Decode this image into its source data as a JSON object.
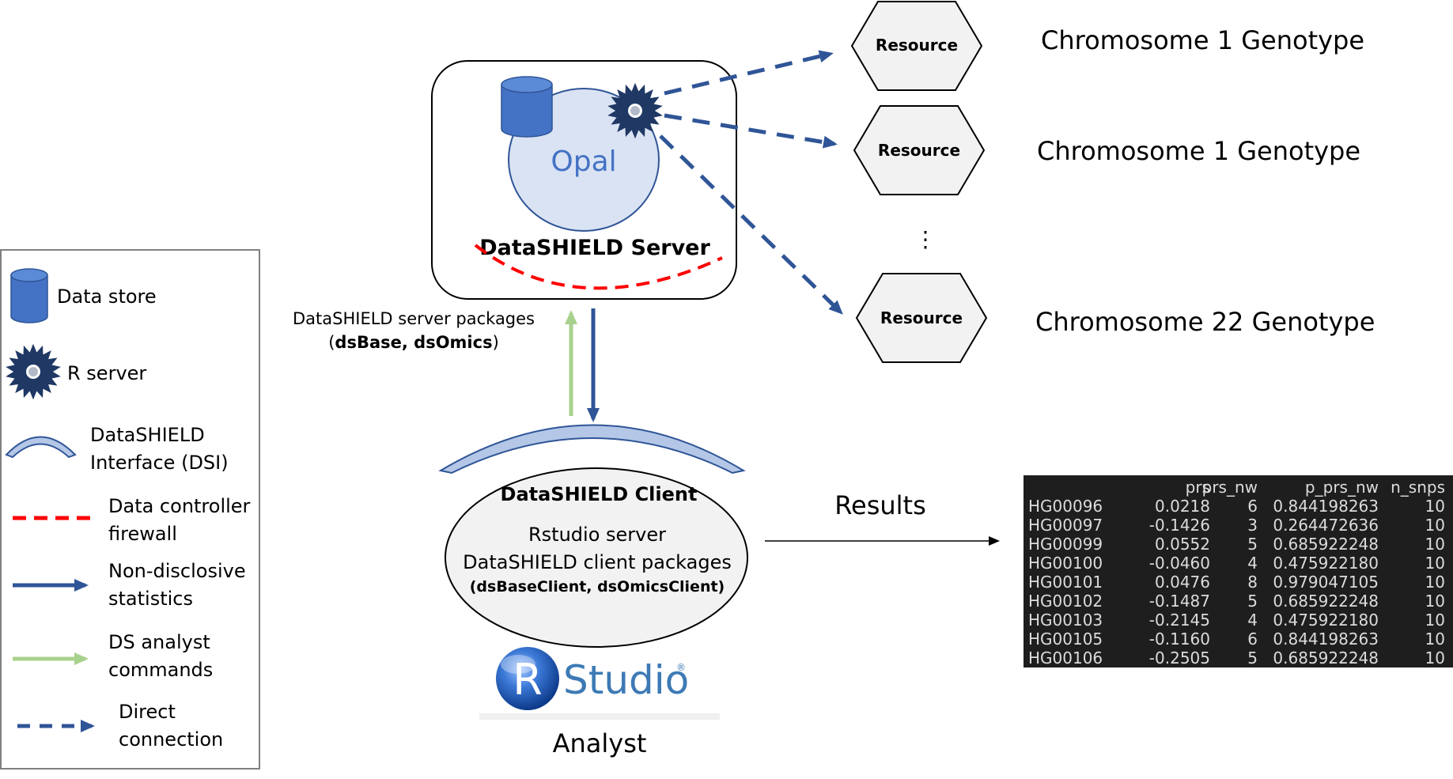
{
  "legend": {
    "data_store": "Data store",
    "r_server": "R server",
    "dsi_line1": "DataSHIELD",
    "dsi_line2": "Interface (DSI)",
    "firewall_line1": "Data controller",
    "firewall_line2": "firewall",
    "nondisclosive_line1": "Non-disclosive",
    "nondisclosive_line2": "statistics",
    "commands_line1": "DS analyst",
    "commands_line2": "commands",
    "direct_line1": "Direct",
    "direct_line2": "connection"
  },
  "server": {
    "opal_label": "Opal",
    "title": "DataSHIELD Server",
    "packages_line1": "DataSHIELD server packages",
    "packages_open": "(",
    "packages_bold": "dsBase, dsOmics",
    "packages_close": ")"
  },
  "resources": [
    {
      "label": "Resource",
      "caption": "Chromosome 1 Genotype"
    },
    {
      "label": "Resource",
      "caption": "Chromosome 1 Genotype"
    },
    {
      "label": "Resource",
      "caption": "Chromosome 22 Genotype"
    }
  ],
  "ellipsis": "⋮",
  "client": {
    "title": "DataSHIELD Client",
    "line1": "Rstudio server",
    "line2": "DataSHIELD client packages",
    "line3": "(dsBaseClient, dsOmicsClient)"
  },
  "rstudio": {
    "r_letter": "R",
    "brand": "Studio",
    "reg": "®"
  },
  "analyst": "Analyst",
  "results_label": "Results",
  "colors": {
    "blue": "#2f5597",
    "green": "#a9d18e",
    "red": "#ff0000",
    "dsi_fill": "#b4c7e7",
    "opal_fill": "#dae3f3",
    "hex_fill": "#f2f2f2",
    "console_bg": "#1e1e1e"
  },
  "results_table": {
    "headers": [
      "",
      "prs",
      "prs_nw",
      "p_prs_nw",
      "n_snps"
    ],
    "rows": [
      [
        "HG00096",
        "0.0218",
        "6",
        "0.844198263",
        "10"
      ],
      [
        "HG00097",
        "-0.1426",
        "3",
        "0.264472636",
        "10"
      ],
      [
        "HG00099",
        "0.0552",
        "5",
        "0.685922248",
        "10"
      ],
      [
        "HG00100",
        "-0.0460",
        "4",
        "0.475922180",
        "10"
      ],
      [
        "HG00101",
        "0.0476",
        "8",
        "0.979047105",
        "10"
      ],
      [
        "HG00102",
        "-0.1487",
        "5",
        "0.685922248",
        "10"
      ],
      [
        "HG00103",
        "-0.2145",
        "4",
        "0.475922180",
        "10"
      ],
      [
        "HG00105",
        "-0.1160",
        "6",
        "0.844198263",
        "10"
      ],
      [
        "HG00106",
        "-0.2505",
        "5",
        "0.685922248",
        "10"
      ]
    ]
  }
}
